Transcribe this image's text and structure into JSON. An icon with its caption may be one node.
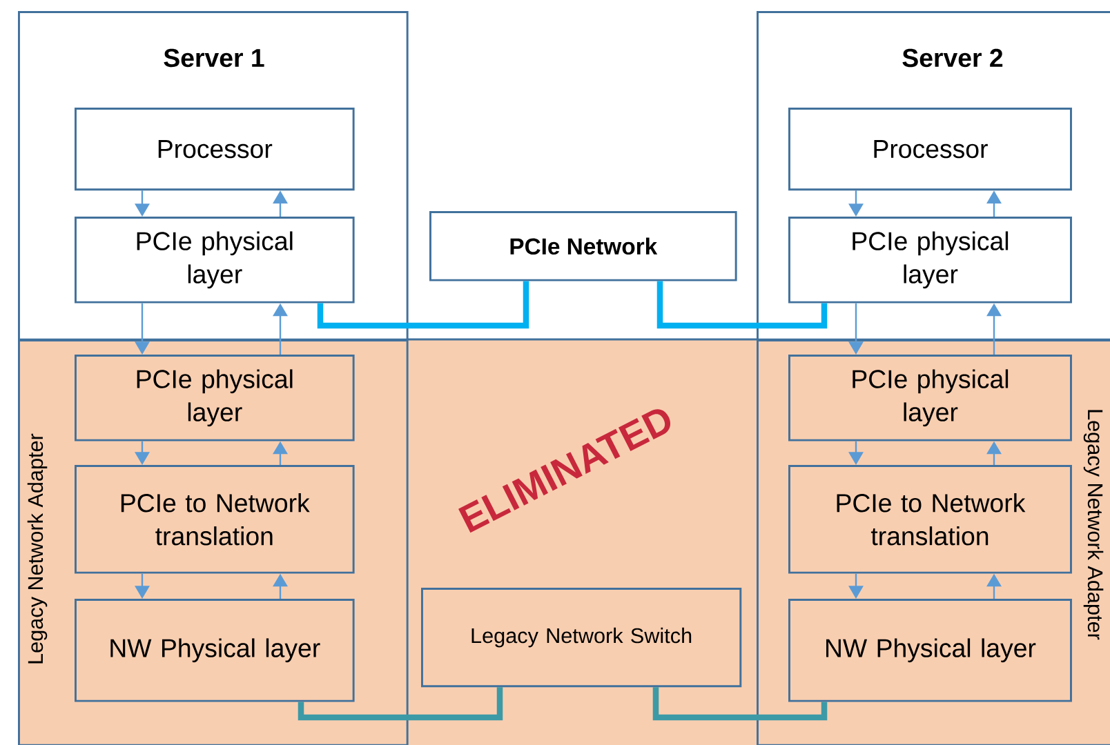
{
  "diagram": {
    "nodes": [
      {
        "text": [
          "Server 1"
        ]
      },
      {
        "text": [
          "Processor"
        ],
        "in": 0
      },
      {
        "text": [
          "PCIe physical layer"
        ],
        "in": 0
      },
      {
        "text": [
          "PCIe Network"
        ]
      },
      {
        "text": [
          "Server 2"
        ]
      },
      {
        "text": [
          "Processor"
        ],
        "in": 4
      },
      {
        "text": [
          "PCIe physical layer"
        ],
        "in": 4
      },
      {
        "text": [
          "Legacy Network Adapter"
        ]
      },
      {
        "text": [
          "PCIe physical layer"
        ],
        "in": 7
      },
      {
        "text": [
          "PCIe to Network translation"
        ],
        "in": 7
      },
      {
        "text": [
          "NW Physical layer"
        ],
        "in": 7
      },
      {
        "text": [
          "Legacy Network Switch"
        ]
      },
      {
        "text": [
          "Legacy Network Adapter"
        ]
      },
      {
        "text": [
          "PCIe physical layer"
        ],
        "in": 12
      },
      {
        "text": [
          "PCIe to Network translation"
        ],
        "in": 12
      },
      {
        "text": [
          "NW Physical layer"
        ],
        "in": 12
      }
    ],
    "edges": [
      {
        "from": 1,
        "to": 2,
        "arrow": "to"
      },
      {
        "from": 2,
        "to": 1,
        "arrow": "to"
      },
      {
        "from": 2,
        "to": 8,
        "arrow": "to"
      },
      {
        "from": 8,
        "to": 2,
        "arrow": "to"
      },
      {
        "from": 8,
        "to": 9,
        "arrow": "to"
      },
      {
        "from": 9,
        "to": 8,
        "arrow": "to"
      },
      {
        "from": 9,
        "to": 10,
        "arrow": "to"
      },
      {
        "from": 10,
        "to": 9,
        "arrow": "to"
      },
      {
        "from": 5,
        "to": 6,
        "arrow": "to"
      },
      {
        "from": 6,
        "to": 5,
        "arrow": "to"
      },
      {
        "from": 6,
        "to": 13,
        "arrow": "to"
      },
      {
        "from": 13,
        "to": 6,
        "arrow": "to"
      },
      {
        "from": 13,
        "to": 14,
        "arrow": "to"
      },
      {
        "from": 14,
        "to": 13,
        "arrow": "to"
      },
      {
        "from": 14,
        "to": 15,
        "arrow": "to"
      },
      {
        "from": 15,
        "to": 14,
        "arrow": "to"
      },
      {
        "from": 2,
        "to": 3,
        "arrow": "none",
        "style": "thick",
        "color": "#00b0f0"
      },
      {
        "from": 3,
        "to": 6,
        "arrow": "none",
        "style": "thick",
        "color": "#00b0f0"
      },
      {
        "from": 10,
        "to": 11,
        "arrow": "none",
        "style": "thick",
        "color": "#3c9aa6"
      },
      {
        "from": 11,
        "to": 15,
        "arrow": "none",
        "style": "thick",
        "color": "#3c9aa6"
      }
    ],
    "labels": [
      "ELIMINATED"
    ]
  }
}
